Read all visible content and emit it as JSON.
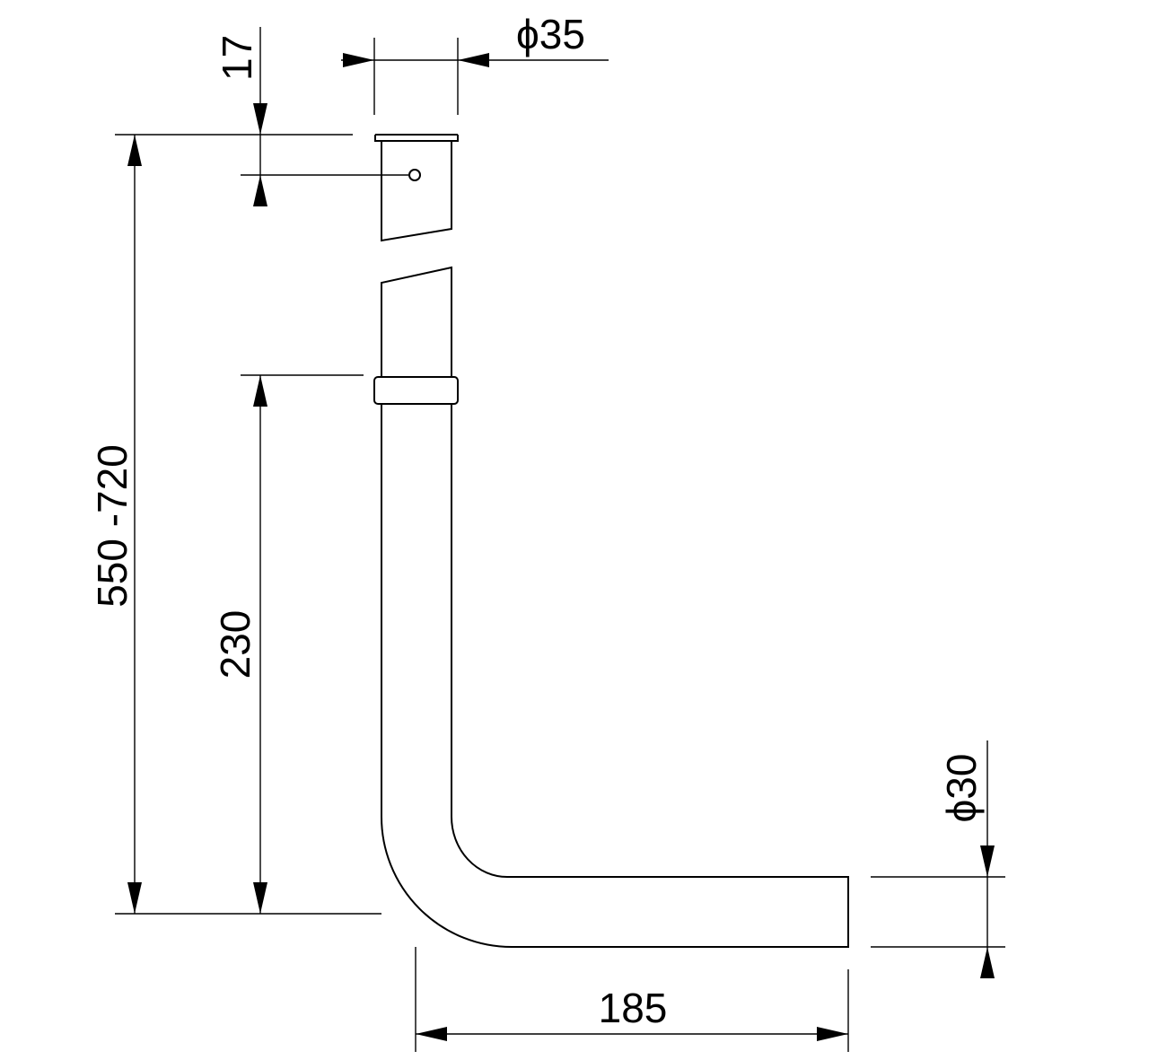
{
  "drawing": {
    "dimensions": {
      "flange_height": "17",
      "top_diameter": "ϕ35",
      "total_height": "550 -720",
      "lower_height": "230",
      "horizontal_length": "185",
      "outlet_diameter": "ϕ30"
    },
    "line_color": "#000000",
    "background": "#ffffff"
  }
}
